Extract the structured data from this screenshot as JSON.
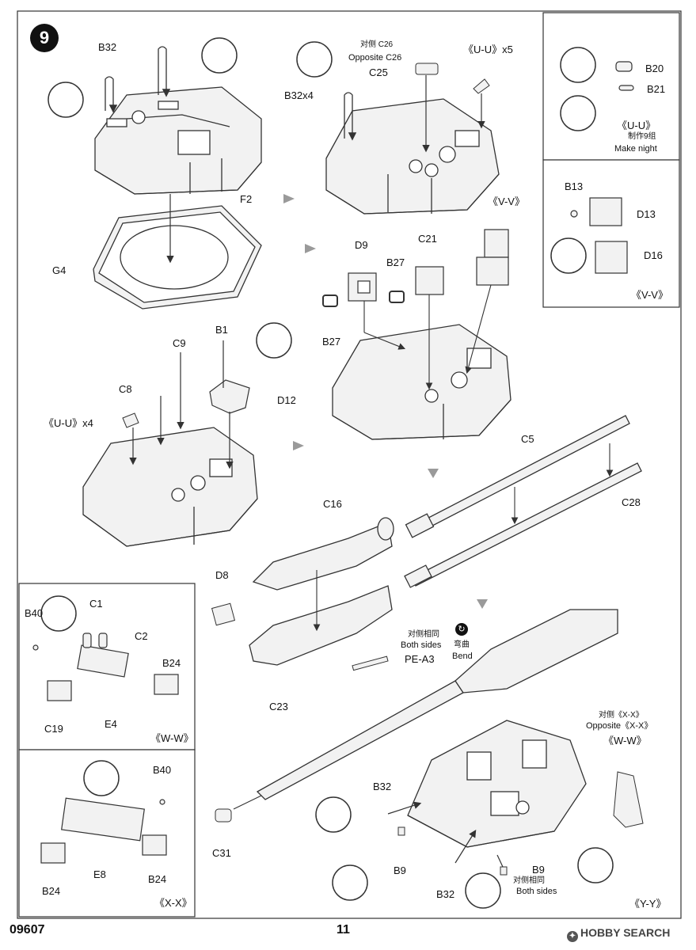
{
  "header": {
    "step_number": "9"
  },
  "footer": {
    "doc_code": "09607",
    "page_number": "11",
    "watermark": "HOBBY SEARCH"
  },
  "labels": {
    "b32_top": "B32",
    "f2": "F2",
    "g4": "G4",
    "c26_cn": "对侧 C26",
    "c26_en": "Opposite C26",
    "c25": "C25",
    "uu_x5": "《U-U》x5",
    "b32x4": "B32x4",
    "vv_mid": "《V-V》",
    "d9": "D9",
    "c21": "C21",
    "b27_a": "B27",
    "b27_b": "B27",
    "c9": "C9",
    "b1": "B1",
    "c8": "C8",
    "d12": "D12",
    "uu_x4": "《U-U》x4",
    "c5": "C5",
    "c28": "C28",
    "c16": "C16",
    "d8": "D8",
    "both_cn": "对侧相同",
    "both_en": "Both sides",
    "pe_a3": "PE-A3",
    "bend_cn": "弯曲",
    "bend_en": "Bend",
    "c23": "C23",
    "c31": "C31",
    "xx_cn": "对侧《X-X》",
    "xx_en": "Opposite《X-X》",
    "ww_ref": "《W-W》",
    "b32_lower_a": "B32",
    "b9_a": "B9",
    "b32_lower_b": "B32",
    "b9_b": "B9",
    "b9_cn": "对侧相同",
    "b9_en": "Both sides",
    "yy": "《Y-Y》"
  },
  "panel_uu": {
    "b20": "B20",
    "b21": "B21",
    "title": "《U-U》",
    "make_cn": "制作9组",
    "make_en": "Make night"
  },
  "panel_vv": {
    "b13": "B13",
    "d13": "D13",
    "d16": "D16",
    "title": "《V-V》"
  },
  "panel_ww": {
    "b40": "B40",
    "c1": "C1",
    "c2": "C2",
    "b24": "B24",
    "c19": "C19",
    "e4": "E4",
    "title": "《W-W》"
  },
  "panel_xx": {
    "b40": "B40",
    "b24_left": "B24",
    "e8": "E8",
    "b24_right": "B24",
    "title": "《X-X》"
  },
  "colors": {
    "line": "#333333",
    "part_fill": "#f2f2f2",
    "arrow": "#9a9a9a"
  }
}
